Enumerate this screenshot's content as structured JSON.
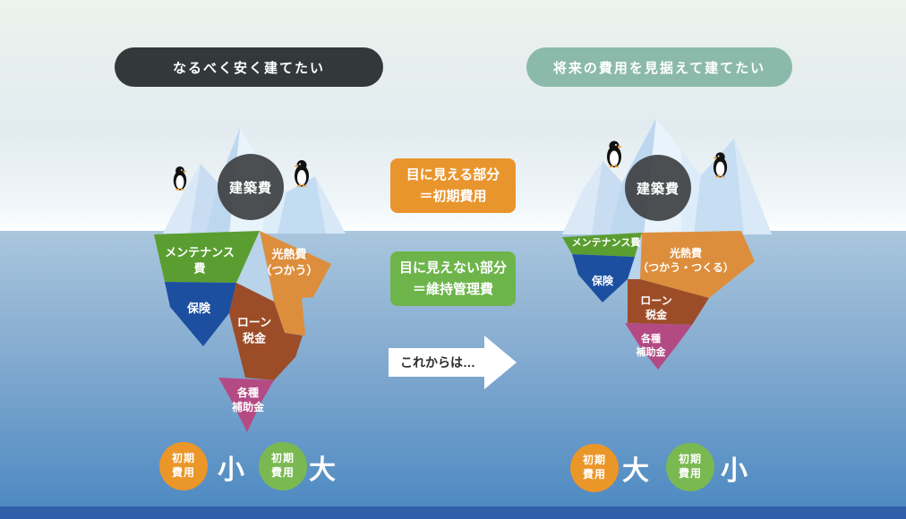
{
  "headlines": {
    "left": "なるべく安く建てたい",
    "right": "将来の費用を見据えて建てたい"
  },
  "legend": {
    "visible_part": [
      "目に見える部分",
      "＝初期費用"
    ],
    "hidden_part": [
      "目に見えない部分",
      "＝維持管理費"
    ],
    "arrow_label": "これからは…"
  },
  "left_iceberg": {
    "construction": "建築費",
    "segments": {
      "maintenance": [
        "メンテナンス",
        "費"
      ],
      "utilities": [
        "光熱費",
        "（つかう）"
      ],
      "insurance": "保険",
      "loan_tax": [
        "ローン",
        "税金"
      ],
      "subsidies": [
        "各種",
        "補助金"
      ]
    },
    "badges": [
      {
        "circle_label": [
          "初期",
          "費用"
        ],
        "scale": "小",
        "color": "#eb9629"
      },
      {
        "circle_label": [
          "初期",
          "費用"
        ],
        "scale": "大",
        "color": "#7ab951"
      }
    ]
  },
  "right_iceberg": {
    "construction": "建築費",
    "segments": {
      "maintenance": "メンテナンス費",
      "utilities": [
        "光熱費",
        "（つかう・つくる）"
      ],
      "insurance": "保険",
      "loan_tax": [
        "ローン",
        "税金"
      ],
      "subsidies": [
        "各種",
        "補助金"
      ]
    },
    "badges": [
      {
        "circle_label": [
          "初期",
          "費用"
        ],
        "scale": "大",
        "color": "#eb9629"
      },
      {
        "circle_label": [
          "初期",
          "費用"
        ],
        "scale": "小",
        "color": "#7ab951"
      }
    ]
  },
  "colors": {
    "headline_dark": "#33383b",
    "headline_sage": "#8bbaaa",
    "legend_orange": "#e9952d",
    "legend_green": "#6db54b",
    "segment_green": "#5a9e31",
    "segment_orange": "#dd8e3c",
    "segment_blue": "#1d4fa1",
    "segment_brown": "#9c4d28",
    "segment_magenta": "#b44a84",
    "ice_light": "#cfe3f5",
    "construction_circle": "#3e4244",
    "water_top": "#a9c6dd",
    "water_bottom": "#4e8ac2",
    "seabed_bar": "#2f5fa8"
  }
}
